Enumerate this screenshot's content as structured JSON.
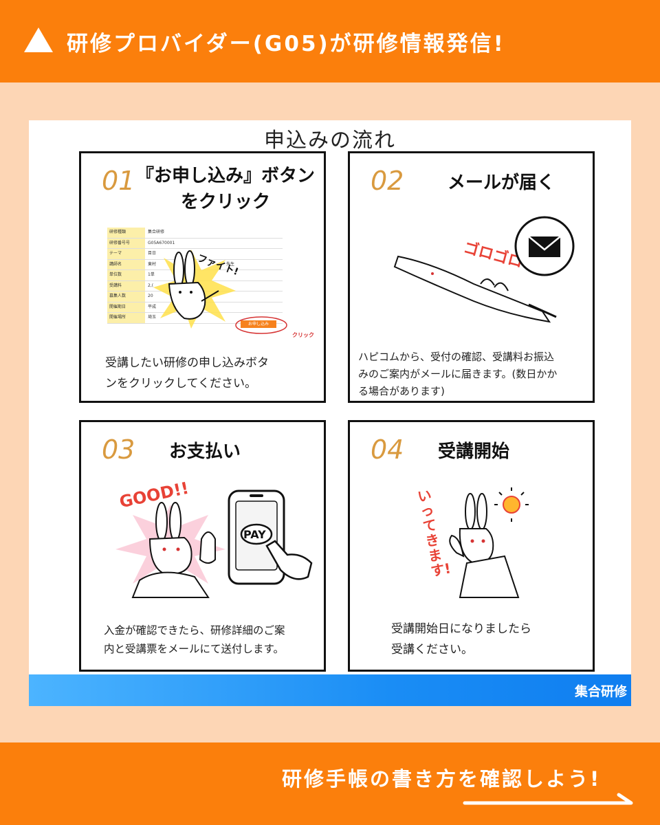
{
  "header": {
    "title": "研修プロバイダー(G05)が研修情報発信!"
  },
  "panel": {
    "title": "申込みの流れ",
    "footer_tag": "集合研修"
  },
  "steps": [
    {
      "number": "01",
      "heading": "『お申し込み』ボタンをクリック",
      "heading_line1": "『お申し込み』ボタン",
      "heading_line2": "をクリック",
      "desc_line1": "受講したい研修の申し込みボタ",
      "desc_line2": "ンをクリックしてください。",
      "illustration": {
        "form_rows": [
          {
            "key": "研修種類",
            "value": "集合研修"
          },
          {
            "key": "研修番号号",
            "value": "G05A670001"
          },
          {
            "key": "テーマ",
            "value": "目日"
          },
          {
            "key": "講師名",
            "value": "東村"
          },
          {
            "key": "単位数",
            "value": "1単"
          },
          {
            "key": "受講料",
            "value": "2,("
          },
          {
            "key": "募集人数",
            "value": "20"
          },
          {
            "key": "開催期日",
            "value": "平成"
          },
          {
            "key": "開催場所",
            "value": "埼玉"
          }
        ],
        "form_extra": "先生",
        "apply_button": "お申し込み",
        "click_label": "クリック",
        "exclaim": "ファイト!"
      }
    },
    {
      "number": "02",
      "heading": "メールが届く",
      "desc_line1": "ハピコムから、受付の確認、受講料お振込",
      "desc_line2": "みのご案内がメールに届きます。(数日かか",
      "desc_line3": "る場合があります)",
      "illustration": {
        "sound": "ゴロゴロ",
        "icon": "envelope-icon"
      }
    },
    {
      "number": "03",
      "heading": "お支払い",
      "desc_line1": "入金が確認できたら、研修詳細のご案",
      "desc_line2": "内と受講票をメールにて送付します。",
      "illustration": {
        "word": "GOOD!!",
        "pay_label": "PAY"
      }
    },
    {
      "number": "04",
      "heading": "受講開始",
      "desc_line1": "受講開始日になりましたら",
      "desc_line2": "受講ください。",
      "illustration": {
        "word": "いってきます!"
      }
    }
  ],
  "footer": {
    "cta": "研修手帳の書き方を確認しよう!"
  },
  "colors": {
    "orange": "#fb7f0c",
    "peach": "#fdd6b5",
    "number": "#d99a3f",
    "blue": "#1a8df5"
  }
}
